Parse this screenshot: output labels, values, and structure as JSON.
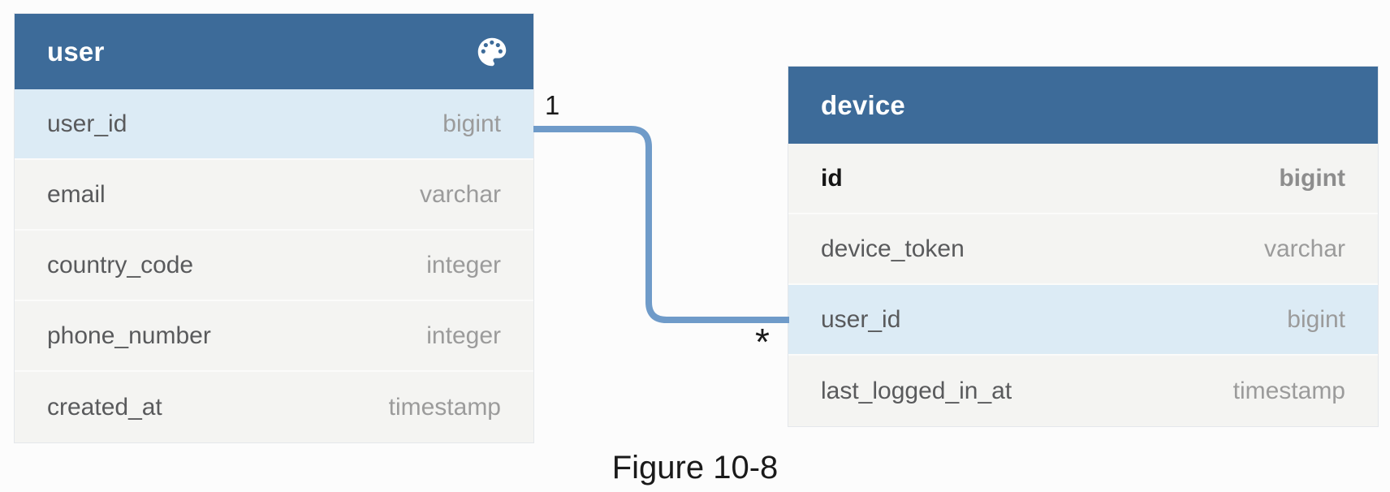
{
  "caption": "Figure 10-8",
  "relationship": {
    "from_table": "user",
    "from_column": "user_id",
    "to_table": "device",
    "to_column": "user_id",
    "from_label": "1",
    "to_label": "*"
  },
  "tables": [
    {
      "name": "user",
      "header_icon": "palette-icon",
      "columns": [
        {
          "name": "user_id",
          "type": "bigint",
          "highlighted": true,
          "bold": false
        },
        {
          "name": "email",
          "type": "varchar",
          "highlighted": false,
          "bold": false
        },
        {
          "name": "country_code",
          "type": "integer",
          "highlighted": false,
          "bold": false
        },
        {
          "name": "phone_number",
          "type": "integer",
          "highlighted": false,
          "bold": false
        },
        {
          "name": "created_at",
          "type": "timestamp",
          "highlighted": false,
          "bold": false
        }
      ]
    },
    {
      "name": "device",
      "header_icon": null,
      "columns": [
        {
          "name": "id",
          "type": "bigint",
          "highlighted": false,
          "bold": true
        },
        {
          "name": "device_token",
          "type": "varchar",
          "highlighted": false,
          "bold": false
        },
        {
          "name": "user_id",
          "type": "bigint",
          "highlighted": true,
          "bold": false
        },
        {
          "name": "last_logged_in_at",
          "type": "timestamp",
          "highlighted": false,
          "bold": false
        }
      ]
    }
  ],
  "colors": {
    "table_header_bg": "#3d6b99",
    "row_bg": "#f4f4f2",
    "highlight_row_bg": "#dcebf5",
    "connector": "#6f9bc9",
    "column_name_text": "#595a5c",
    "column_type_text": "#9b9b9b"
  }
}
